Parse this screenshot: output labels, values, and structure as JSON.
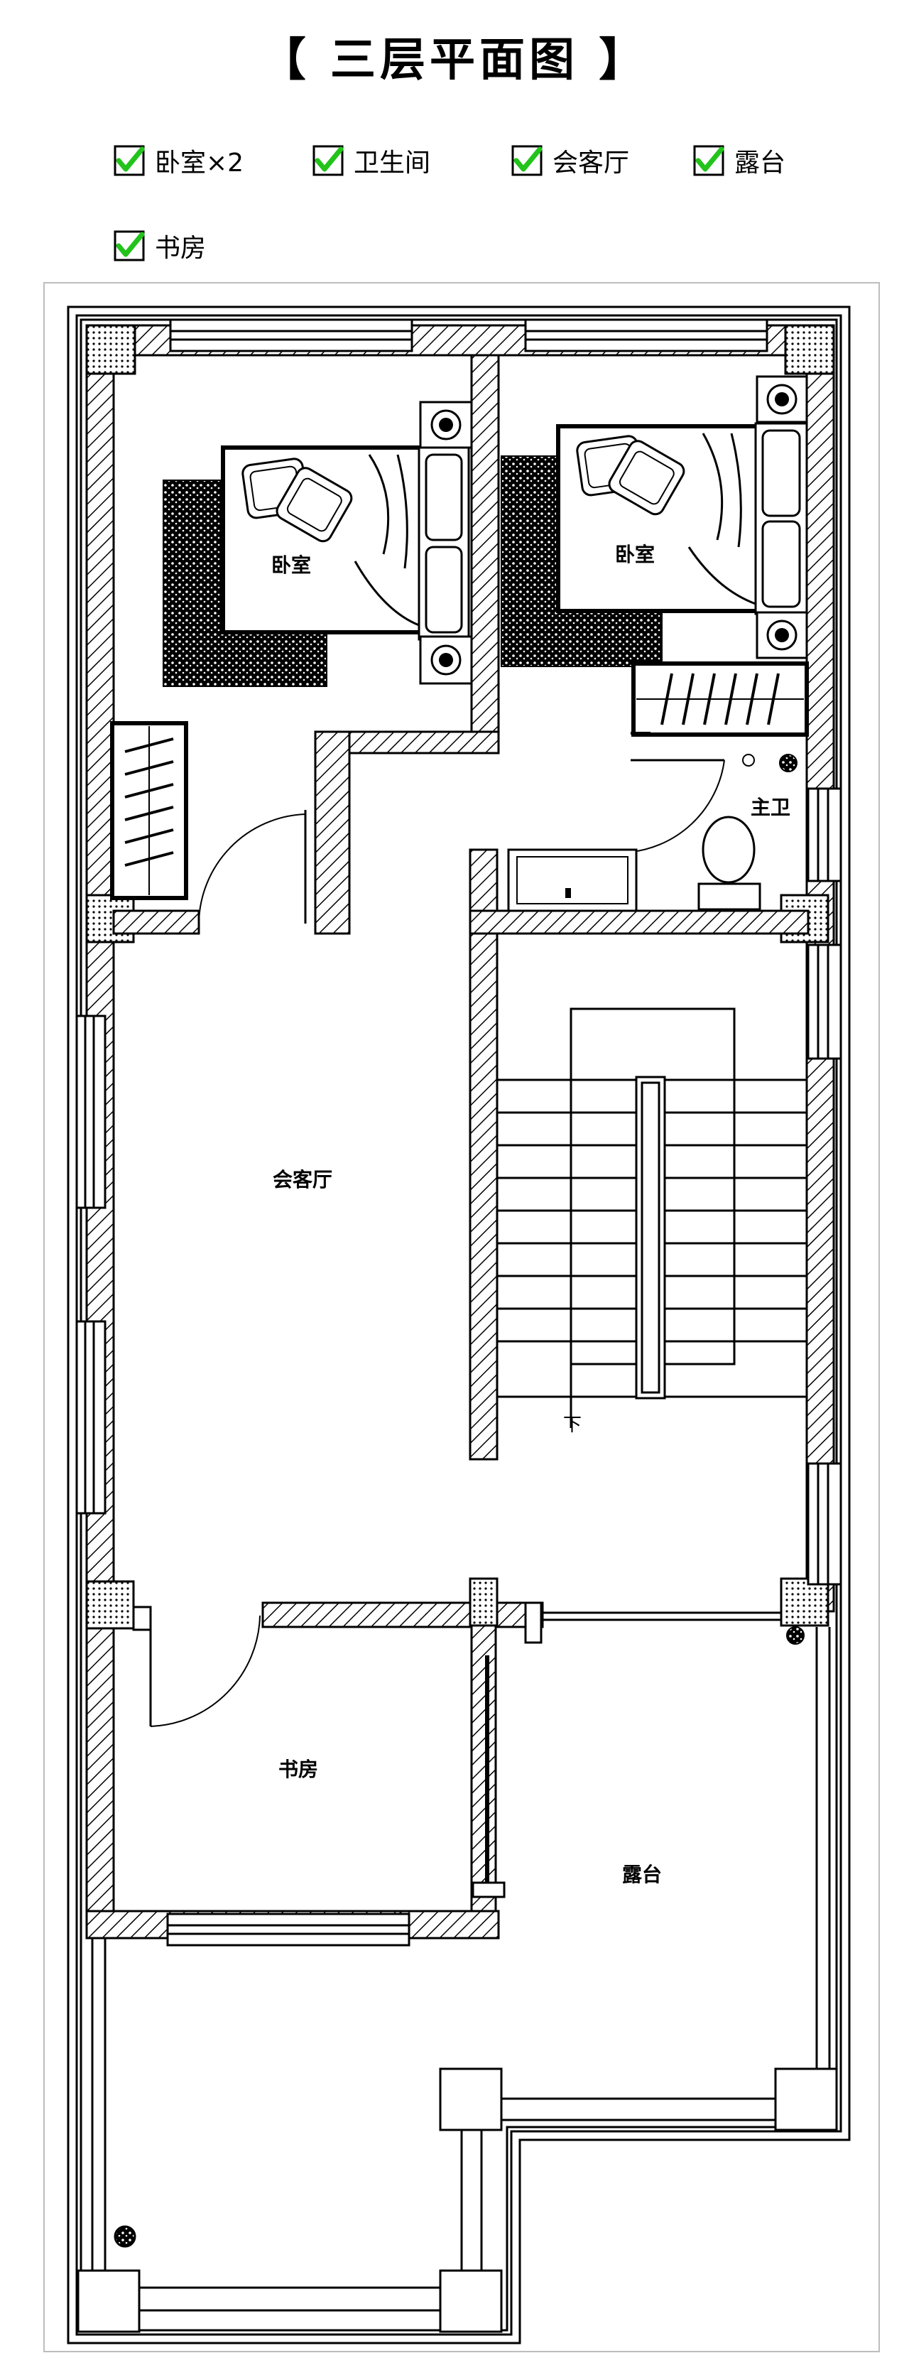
{
  "title": "【 三层平面图 】",
  "features": [
    {
      "label": "卧室×2",
      "checked": true
    },
    {
      "label": "卫生间",
      "checked": true
    },
    {
      "label": "会客厅",
      "checked": true
    },
    {
      "label": "露台",
      "checked": true
    },
    {
      "label": "书房",
      "checked": true
    }
  ],
  "rooms": {
    "bedroom_left": "卧室",
    "bedroom_right": "卧室",
    "master_bath": "主卫",
    "living_room": "会客厅",
    "study": "书房",
    "terrace": "露台"
  },
  "stair_marker": "下",
  "colors": {
    "check_green": "#22c31a",
    "line": "#000000",
    "background": "#ffffff"
  }
}
